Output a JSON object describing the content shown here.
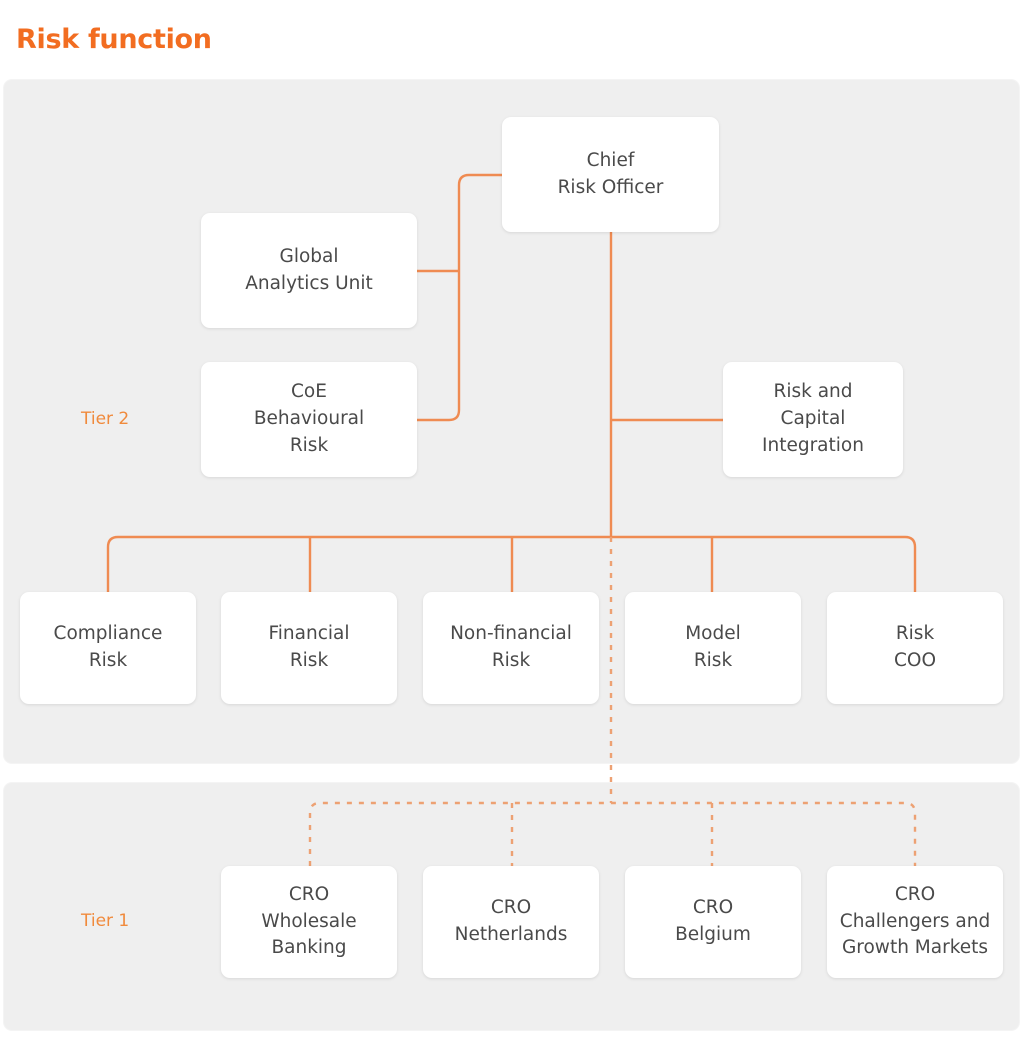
{
  "title": "Risk function",
  "colors": {
    "accent": "#f26d21",
    "tier_label": "#f08a3c",
    "connector": "#ef8b52",
    "connector_dashed": "#eda173",
    "panel_bg": "#efefef",
    "node_bg": "#ffffff",
    "node_text": "#4a4a4a",
    "page_bg": "#ffffff"
  },
  "tiers": {
    "tier2_label": "Tier 2",
    "tier1_label": "Tier 1"
  },
  "nodes": {
    "chief_risk_officer": "Chief\nRisk Officer",
    "global_analytics_unit": "Global\nAnalytics Unit",
    "coe_behavioural_risk": "CoE\nBehavioural\nRisk",
    "risk_and_capital_integration": "Risk and\nCapital\nIntegration",
    "compliance_risk": "Compliance\nRisk",
    "financial_risk": "Financial\nRisk",
    "non_financial_risk": "Non-financial\nRisk",
    "model_risk": "Model\nRisk",
    "risk_coo": "Risk\nCOO",
    "cro_wholesale_banking": "CRO\nWholesale\nBanking",
    "cro_netherlands": "CRO\nNetherlands",
    "cro_belgium": "CRO\nBelgium",
    "cro_challengers_growth_markets": "CRO\nChallengers and\nGrowth Markets"
  },
  "chart_data": {
    "type": "diagram",
    "diagram_kind": "organisational-chart",
    "title": "Risk function",
    "groups": [
      {
        "label": "Tier 2",
        "members": [
          "Chief Risk Officer",
          "Global Analytics Unit",
          "CoE Behavioural Risk",
          "Risk and Capital Integration",
          "Compliance Risk",
          "Financial Risk",
          "Non-financial Risk",
          "Model Risk",
          "Risk COO"
        ]
      },
      {
        "label": "Tier 1",
        "members": [
          "CRO Wholesale Banking",
          "CRO Netherlands",
          "CRO Belgium",
          "CRO Challengers and Growth Markets"
        ]
      }
    ],
    "edges": [
      {
        "from": "Chief Risk Officer",
        "to": "Global Analytics Unit",
        "style": "solid"
      },
      {
        "from": "Chief Risk Officer",
        "to": "CoE Behavioural Risk",
        "style": "solid"
      },
      {
        "from": "Chief Risk Officer",
        "to": "Risk and Capital Integration",
        "style": "solid"
      },
      {
        "from": "Chief Risk Officer",
        "to": "Compliance Risk",
        "style": "solid"
      },
      {
        "from": "Chief Risk Officer",
        "to": "Financial Risk",
        "style": "solid"
      },
      {
        "from": "Chief Risk Officer",
        "to": "Non-financial Risk",
        "style": "solid"
      },
      {
        "from": "Chief Risk Officer",
        "to": "Model Risk",
        "style": "solid"
      },
      {
        "from": "Chief Risk Officer",
        "to": "Risk COO",
        "style": "solid"
      },
      {
        "from": "Chief Risk Officer",
        "to": "CRO Wholesale Banking",
        "style": "dashed"
      },
      {
        "from": "Chief Risk Officer",
        "to": "CRO Netherlands",
        "style": "dashed"
      },
      {
        "from": "Chief Risk Officer",
        "to": "CRO Belgium",
        "style": "dashed"
      },
      {
        "from": "Chief Risk Officer",
        "to": "CRO Challengers and Growth Markets",
        "style": "dashed"
      }
    ]
  }
}
